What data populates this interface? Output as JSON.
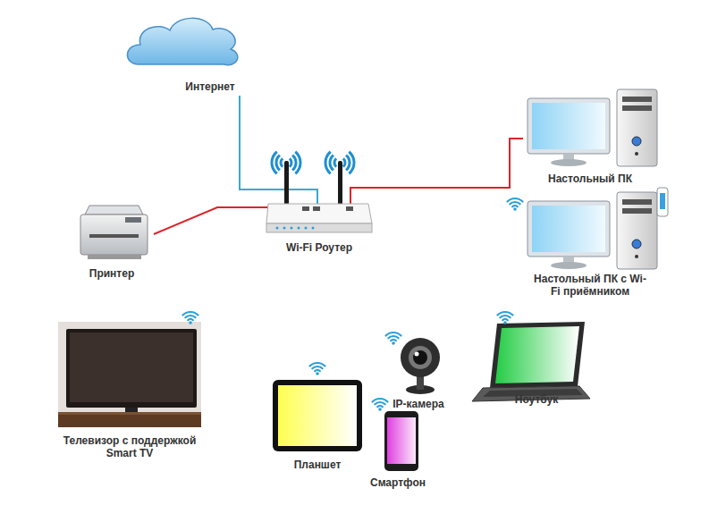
{
  "diagram": {
    "nodes": [
      {
        "text": [
          "Интернет"
        ]
      },
      {
        "text": [
          "Настольный ПК"
        ]
      },
      {
        "text": [
          "Wi-Fi Роутер"
        ]
      },
      {
        "text": [
          "Принтер"
        ]
      },
      {
        "text": [
          "Настольный ПК с Wi-Fi приёмником"
        ]
      },
      {
        "text": [
          "Телевизор с поддержкой Smart TV"
        ]
      },
      {
        "text": [
          "IP-камера"
        ]
      },
      {
        "text": [
          "Ноутбук"
        ]
      },
      {
        "text": [
          "Планшет"
        ]
      },
      {
        "text": [
          "Смартфон"
        ]
      }
    ],
    "edges": [
      {
        "from": 0,
        "to": 2,
        "arrow": "none"
      },
      {
        "from": 2,
        "to": 3,
        "arrow": "none"
      },
      {
        "from": 2,
        "to": 1,
        "arrow": "none"
      }
    ]
  }
}
